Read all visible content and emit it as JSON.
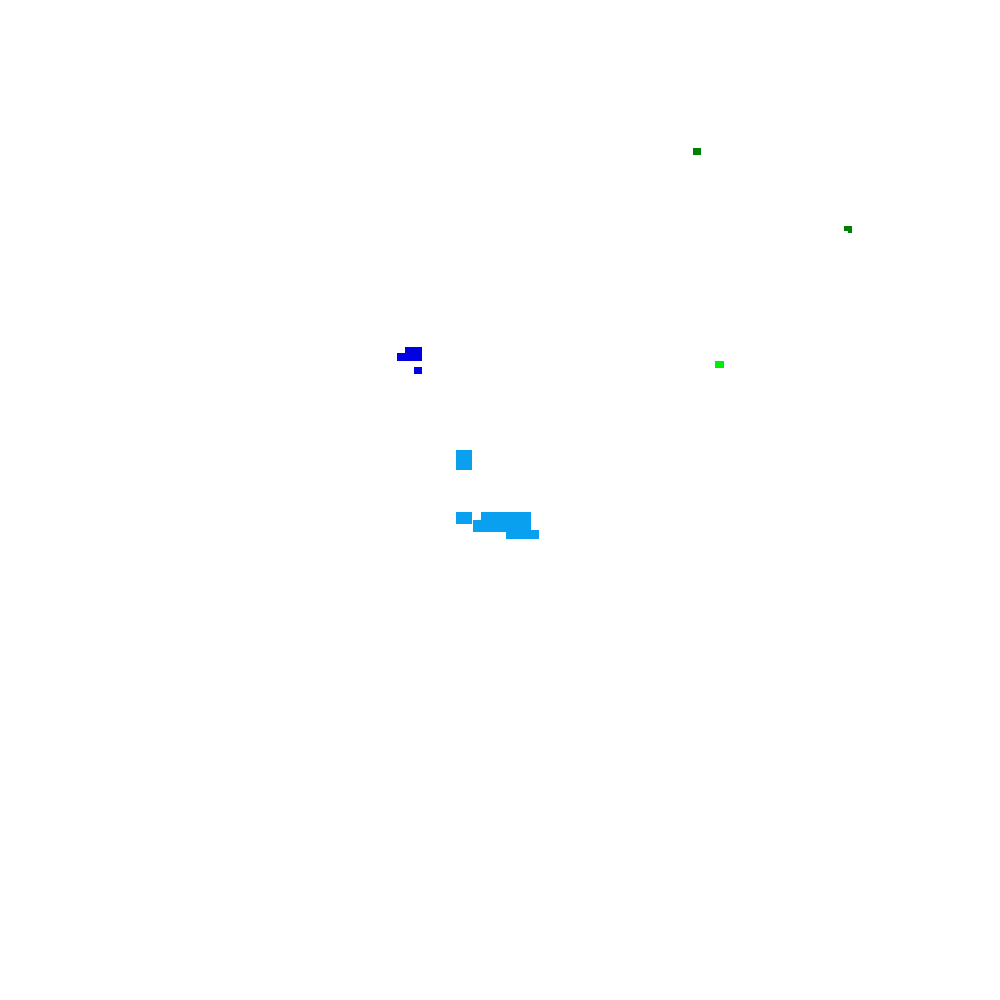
{
  "colors": {
    "background": "#ffffff",
    "dark_green": "#008000",
    "bright_green": "#00ee00",
    "blue": "#0000e0",
    "light_blue": "#0aa0f0"
  },
  "features": [
    {
      "name": "dark-green-patch-1",
      "color_key": "dark_green"
    },
    {
      "name": "dark-green-patch-2",
      "color_key": "dark_green"
    },
    {
      "name": "bright-green-patch",
      "color_key": "bright_green"
    },
    {
      "name": "blue-patch-cluster",
      "color_key": "blue"
    },
    {
      "name": "light-blue-patch-small",
      "color_key": "light_blue"
    },
    {
      "name": "light-blue-patch-cluster",
      "color_key": "light_blue"
    }
  ]
}
